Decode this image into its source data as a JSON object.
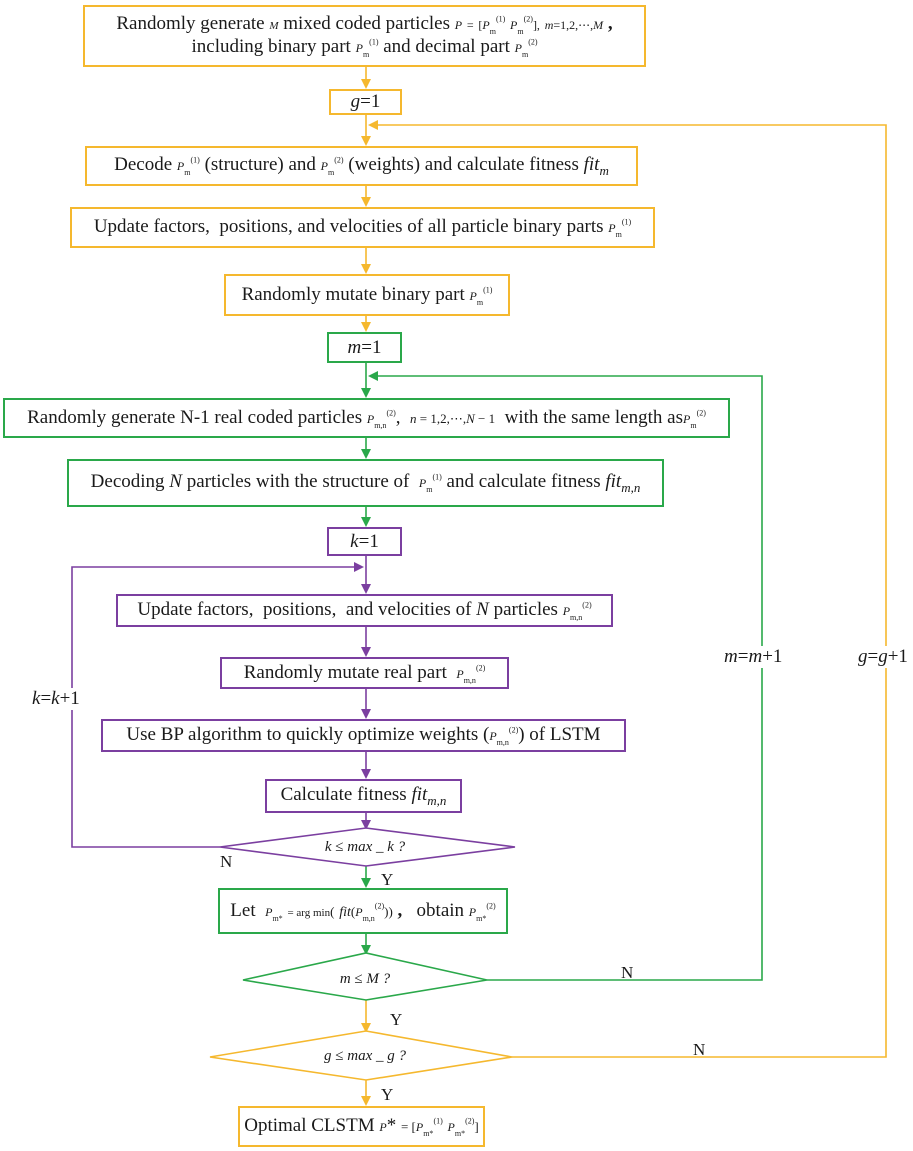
{
  "colors": {
    "gen_loop": "#F5B82E",
    "particle_loop": "#2AA84A",
    "inner_loop": "#7B3FA0"
  },
  "steps": {
    "init_line1": "Randomly generate M mixed coded particles P = [P_m^(1) P_m^(2)], m=1,2,⋯,M ,",
    "init_line2": "including binary part P_m^(1) and decimal part P_m^(2)",
    "g_init": "g=1",
    "decode": "Decode P_m^(1) (structure) and P_m^(2) (weights) and calculate fitness fit_m",
    "update_binary": "Update factors, positions, and velocities of all particle binary parts P_m^(1)",
    "mutate_binary": "Randomly mutate binary part P_m^(1)",
    "m_init": "m=1",
    "gen_real": "Randomly generate N-1 real coded particles P_m,n^(2), n = 1,2,⋯,N − 1 with the same length as P_m^(2)",
    "decode_n": "Decoding N particles with the structure of P_m^(1) and calculate fitness fit_m,n",
    "k_init": "k=1",
    "update_n": "Update factors, positions, and velocities of N particles P_m,n^(2)",
    "mutate_real": "Randomly mutate real part P_m,n^(2)",
    "bp": "Use BP algorithm to quickly optimize weights (P_m,n^(2)) of LSTM",
    "calc_fit": "Calculate fitness fit_m,n",
    "let_best": "Let P_m* = argmin_(n∈N) (fit(P_m,n^(2))) , obtain P_m*^(2)",
    "optimal": "Optimal CLSTM P* = [P_m*^(1) P_m*^(2)]"
  },
  "decisions": {
    "k_check": "k ≤ max _ k ?",
    "m_check": "m ≤ M ?",
    "g_check": "g ≤ max _ g ?"
  },
  "loop_labels": {
    "k_inc": "k=k+1",
    "m_inc": "m=m+1",
    "g_inc": "g=g+1"
  },
  "branch_labels": {
    "yes": "Y",
    "no": "N"
  }
}
